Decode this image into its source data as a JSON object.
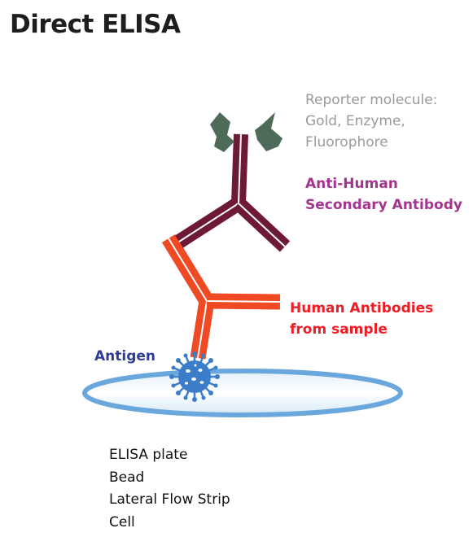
{
  "title": "Direct ELISA",
  "labels": {
    "reporter": [
      "Reporter molecule:",
      "Gold, Enzyme,",
      "Fluorophore"
    ],
    "secondary_antibody": [
      "Anti-Human",
      "Secondary Antibody"
    ],
    "human_antibodies": [
      "Human Antibodies",
      "from sample"
    ],
    "antigen": "Antigen",
    "surfaces": [
      "ELISA plate",
      "Bead",
      "Lateral Flow Strip",
      "Cell"
    ]
  },
  "colors": {
    "reporter": "#4e6b5a",
    "secondary_antibody": "#6e1a34",
    "human_antibody": "#ef4a23",
    "antigen": "#3b7dc9",
    "surface": "#6aa7dc",
    "reporter_text": "#9a9a9a",
    "secondary_text": "#a4358f",
    "human_text": "#ee1c24",
    "antigen_text": "#2f3d98"
  }
}
